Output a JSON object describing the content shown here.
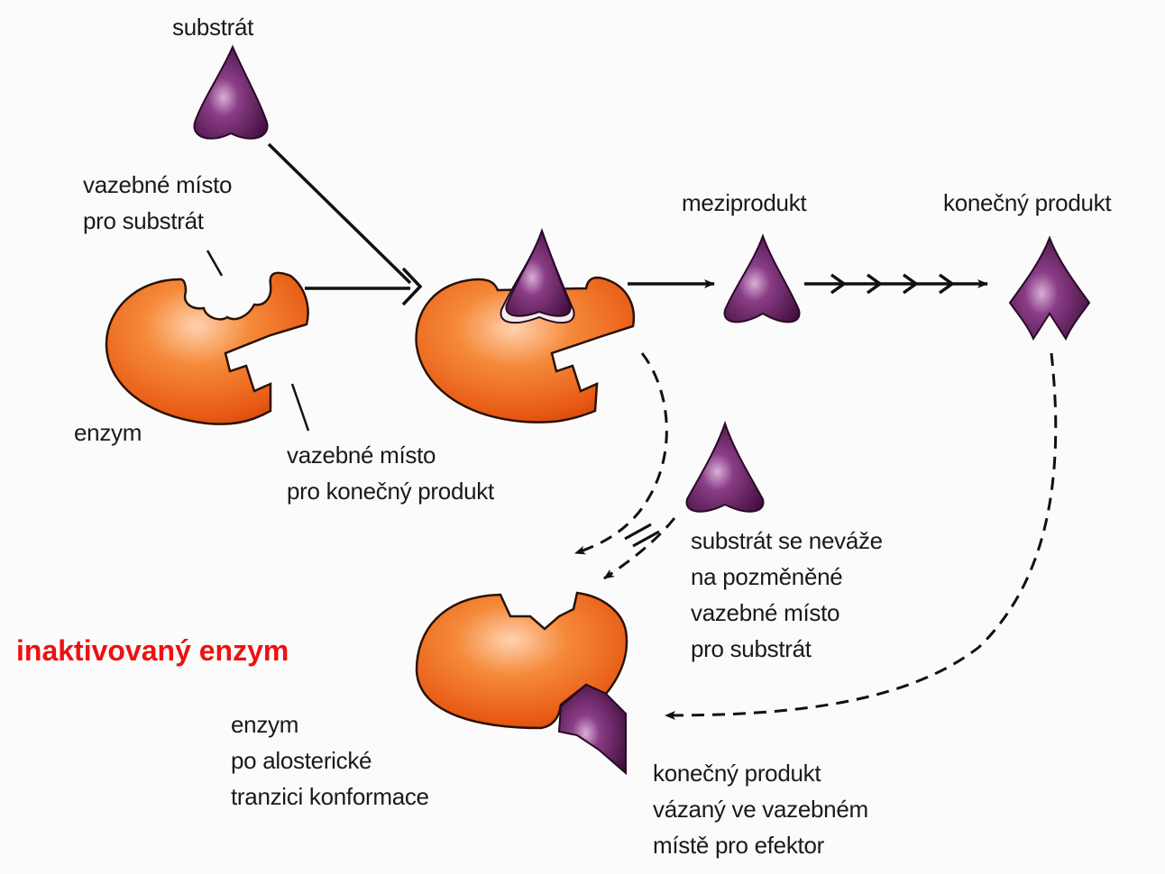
{
  "labels": {
    "substrate": "substrát",
    "substrate_site": [
      "vazebné místo",
      "pro substrát"
    ],
    "enzyme": "enzym",
    "product_site": [
      "vazebné místo",
      "pro konečný produkt"
    ],
    "intermediate": "meziprodukt",
    "final_product": "konečný produkt",
    "no_binding": [
      "substrát se neváže",
      "na pozměněné",
      "vazebné místo",
      "pro substrát"
    ],
    "inactive_enzyme": "inaktivovaný enzym",
    "allosteric_enzyme": [
      "enzym",
      "po alosterické",
      "tranzici konformace"
    ],
    "bound_product": [
      "konečný produkt",
      "vázaný ve vazebném",
      "místě pro efektor"
    ]
  },
  "colors": {
    "enzyme": "#f06a1a",
    "molecule": "#5a1a56",
    "highlight_red": "#ee1111"
  }
}
